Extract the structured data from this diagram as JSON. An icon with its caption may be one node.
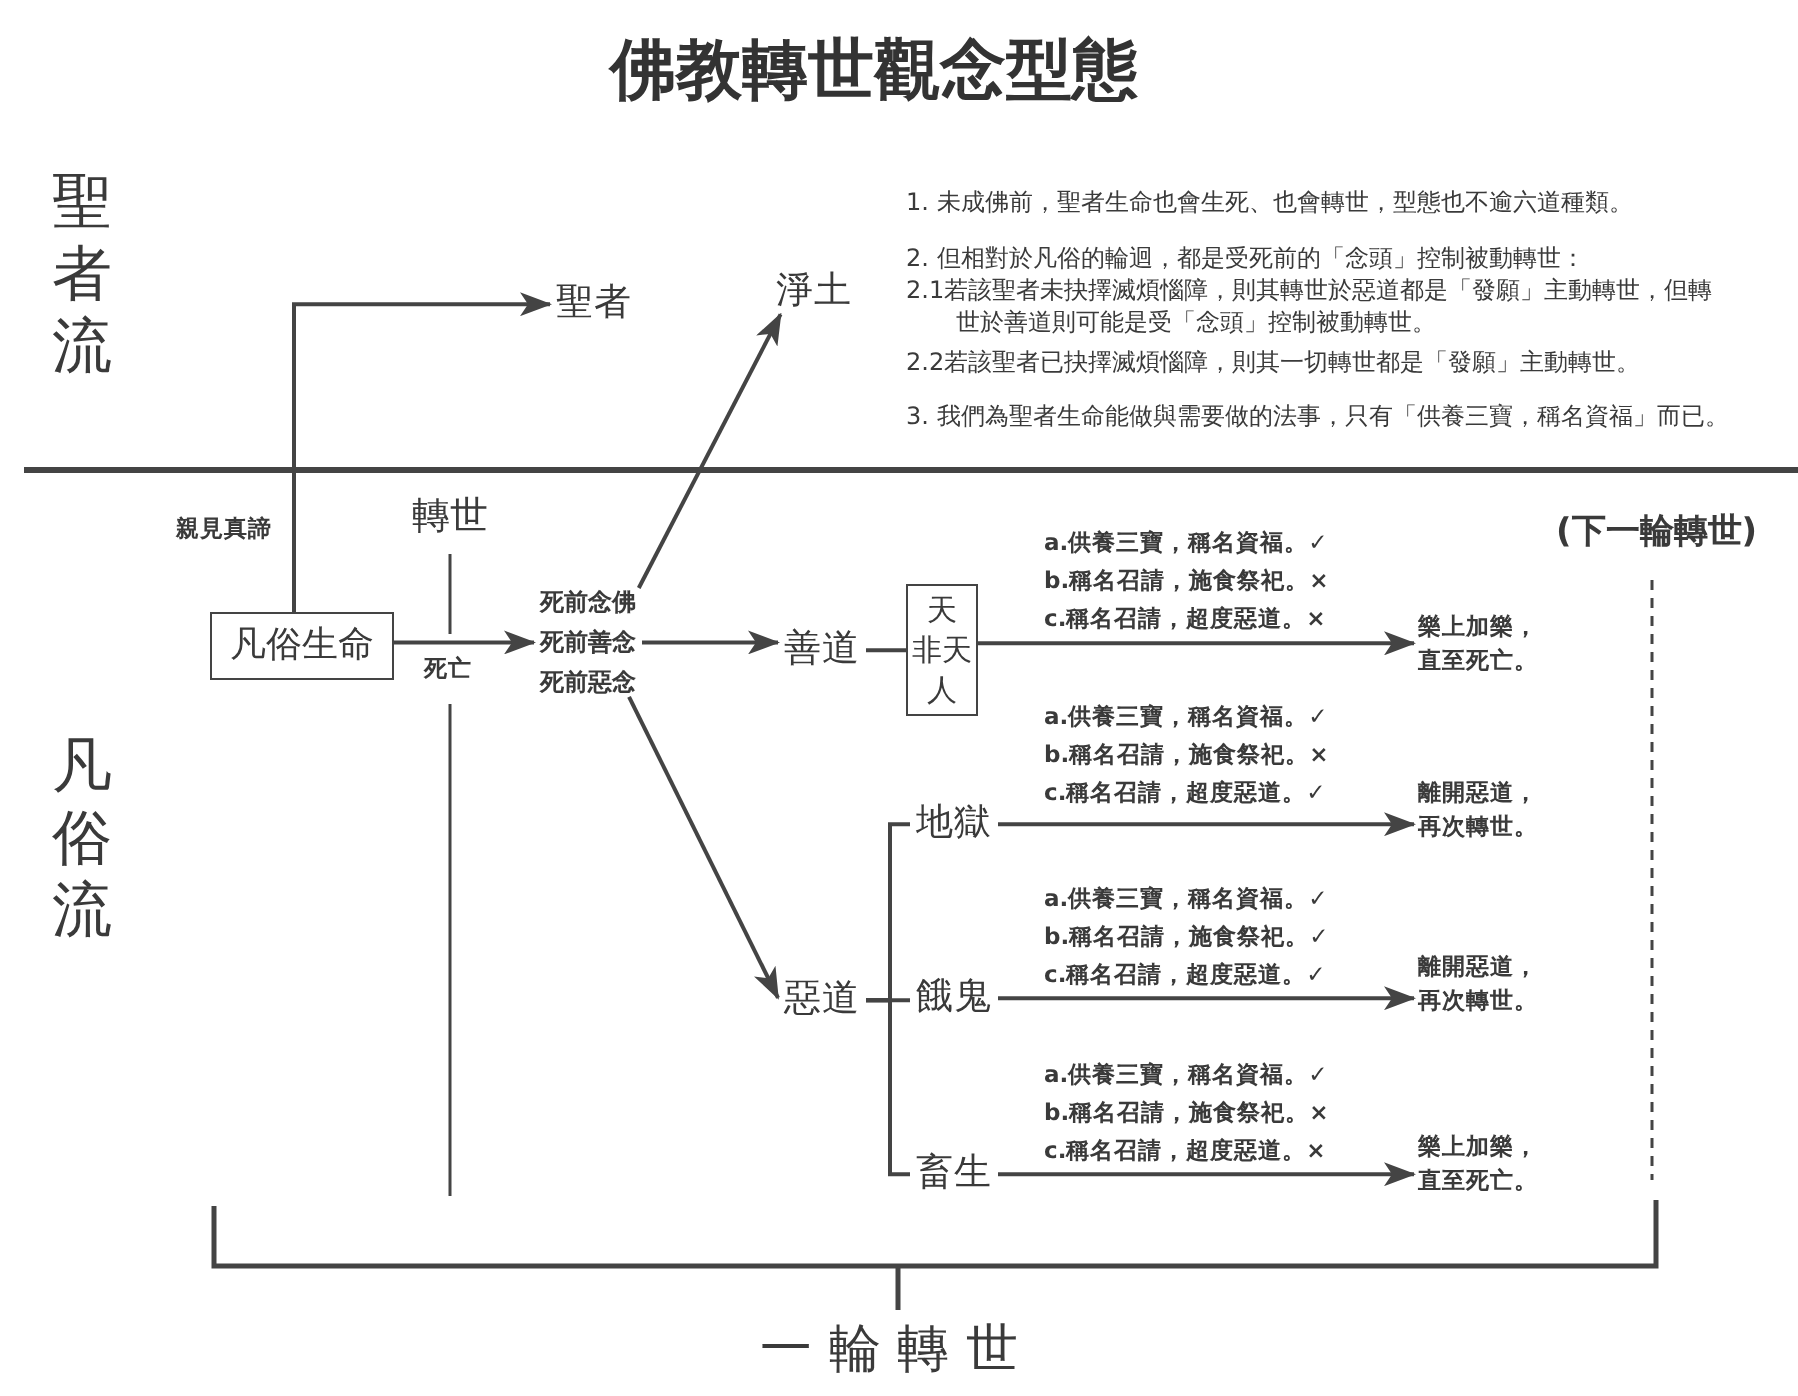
{
  "diagram": {
    "title": "佛教轉世觀念型態",
    "nodes": [
      {
        "text": [
          "凡俗生命"
        ]
      },
      {
        "text": [
          "聖者"
        ]
      },
      {
        "text": [
          "淨土"
        ]
      },
      {
        "text": [
          "死前念佛"
        ]
      },
      {
        "text": [
          "死前善念"
        ]
      },
      {
        "text": [
          "死前惡念"
        ]
      },
      {
        "text": [
          "善道"
        ]
      },
      {
        "text": [
          "天",
          "非天",
          "人"
        ]
      },
      {
        "text": [
          "樂上加樂，直至死亡。"
        ]
      },
      {
        "text": [
          "惡道"
        ]
      },
      {
        "text": [
          "地獄"
        ]
      },
      {
        "text": [
          "離開惡道，再次轉世。"
        ]
      },
      {
        "text": [
          "餓鬼"
        ]
      },
      {
        "text": [
          "離開惡道，再次轉世。"
        ]
      },
      {
        "text": [
          "畜生"
        ]
      },
      {
        "text": [
          "樂上加樂，直至死亡。"
        ]
      }
    ],
    "edges": [
      {
        "from": 0,
        "to": 1,
        "arrow": "to",
        "label": "親見真諦"
      },
      {
        "from": 0,
        "to": 4,
        "arrow": "to",
        "label": "死亡"
      },
      {
        "from": 3,
        "to": 2,
        "arrow": "to"
      },
      {
        "from": 4,
        "to": 6,
        "arrow": "to"
      },
      {
        "from": 5,
        "to": 9,
        "arrow": "to"
      },
      {
        "from": 6,
        "to": 7,
        "arrow": "none"
      },
      {
        "from": 7,
        "to": 8,
        "arrow": "to"
      },
      {
        "from": 9,
        "to": 10,
        "arrow": "none"
      },
      {
        "from": 9,
        "to": 12,
        "arrow": "none"
      },
      {
        "from": 9,
        "to": 14,
        "arrow": "none"
      },
      {
        "from": 10,
        "to": 11,
        "arrow": "to"
      },
      {
        "from": 12,
        "to": 13,
        "arrow": "to"
      },
      {
        "from": 14,
        "to": 15,
        "arrow": "to"
      }
    ],
    "labels": [
      "聖者流",
      "1. 未成佛前，聖者生命也會生死、也會轉世，型態也不逾六道種類。",
      "2. 但相對於凡俗的輪迴，都是受死前的「念頭」控制被動轉世：",
      "2.1若該聖者未抉擇滅煩惱障，則其轉世於惡道都是「發願」主動轉世，但轉世於善道則可能是受「念頭」控制被動轉世。",
      "2.2若該聖者已抉擇滅煩惱障，則其一切轉世都是「發願」主動轉世。",
      "3. 我們為聖者生命能做與需要做的法事，只有「供養三寶，稱名資福」而已。",
      "轉世",
      "(下一輪轉世)",
      "a.供養三寶，稱名資福。✓",
      "b.稱名召請，施食祭祀。×",
      "c.稱名召請，超度惡道。×",
      "a.供養三寶，稱名資福。✓",
      "b.稱名召請，施食祭祀。×",
      "c.稱名召請，超度惡道。✓",
      "凡俗流",
      "a.供養三寶，稱名資福。✓",
      "b.稱名召請，施食祭祀。✓",
      "c.稱名召請，超度惡道。✓",
      "a.供養三寶，稱名資福。✓",
      "b.稱名召請，施食祭祀。×",
      "c.稱名召請，超度惡道。×",
      "一 輪 轉 世"
    ]
  }
}
